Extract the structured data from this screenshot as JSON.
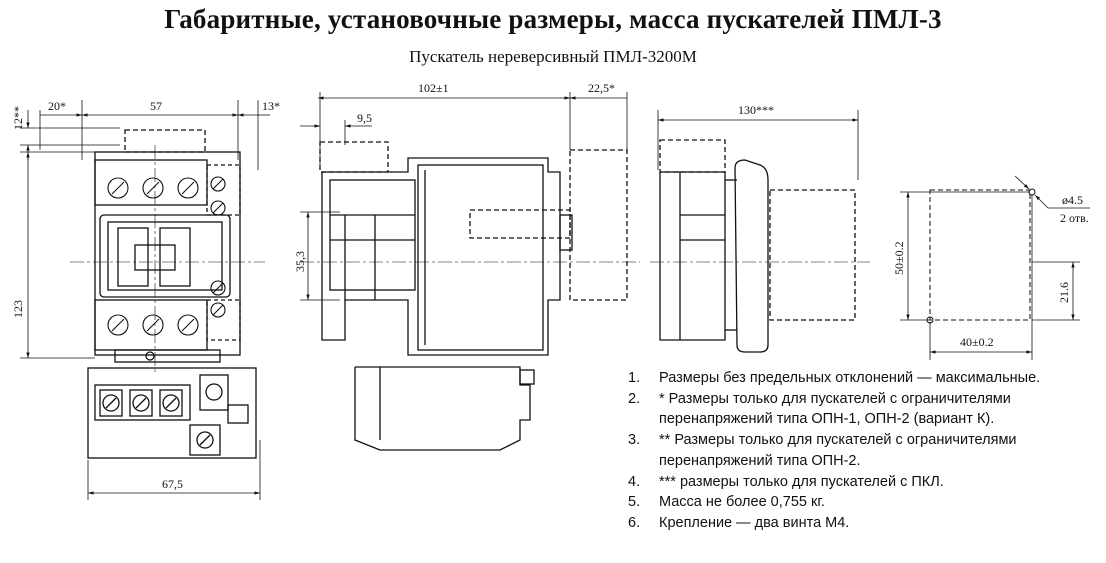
{
  "header": {
    "title": "Габаритные, установочные размеры, масса пускателей ПМЛ-3",
    "subtitle": "Пускатель нереверсивный ПМЛ-3200М"
  },
  "front_view": {
    "dim_left_offset": "20*",
    "dim_width": "57",
    "dim_right_offset": "13*",
    "dim_top": "12**",
    "dim_height": "123",
    "dim_bottom_width": "67,5"
  },
  "side_view": {
    "dim_depth": "102±1",
    "dim_extra": "22,5*",
    "dim_offset": "9,5",
    "dim_rail": "35,3"
  },
  "pkl_view": {
    "dim_depth": "130***"
  },
  "mount_view": {
    "hole_diameter": "ø4.5",
    "hole_count": "2 отв.",
    "dim_vertical": "50±0.2",
    "dim_vertical_small": "21.6",
    "dim_horizontal": "40±0.2"
  },
  "notes": [
    {
      "num": "1.",
      "lines": [
        "Размеры без предельных отклонений — максимальные."
      ]
    },
    {
      "num": "2.",
      "lines": [
        "* Размеры только для пускателей с ограничителями",
        "перенапряжений типа ОПН-1, ОПН-2 (вариант К)."
      ]
    },
    {
      "num": "3.",
      "lines": [
        "** Размеры только для пускателей с ограничителями",
        "перенапряжений типа ОПН-2."
      ]
    },
    {
      "num": "4.",
      "lines": [
        "*** размеры только для пускателей с ПКЛ."
      ]
    },
    {
      "num": "5.",
      "lines": [
        "Масса не более 0,755 кг."
      ]
    },
    {
      "num": "6.",
      "lines": [
        "Крепление — два винта М4."
      ]
    }
  ]
}
